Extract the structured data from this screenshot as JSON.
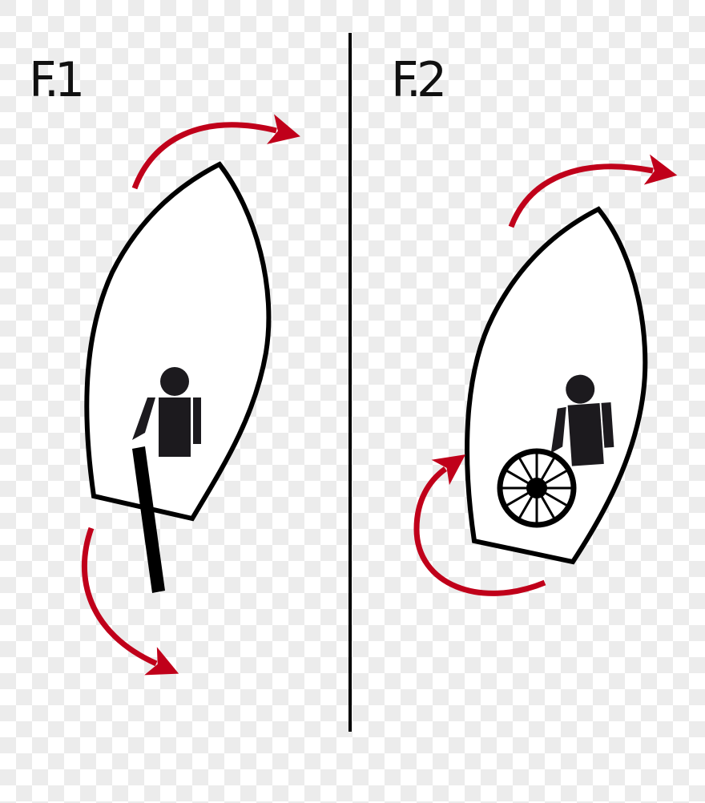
{
  "panels": [
    {
      "label": "F.1",
      "steering": "tiller",
      "description": "Boat with tiller; red arrows show bow turning right and tiller swinging"
    },
    {
      "label": "F.2",
      "steering": "wheel",
      "description": "Boat with steering wheel; red arrows show bow turning right and wheel rotating"
    }
  ],
  "colors": {
    "arrow": "#c0001a",
    "outline": "#000000",
    "figure": "#1c1a1e",
    "hull_fill": "#ffffff",
    "checker_light": "#ffffff",
    "checker_dark": "#ececec"
  },
  "icons": {
    "person": "person-icon",
    "tiller": "tiller-icon",
    "wheel": "steering-wheel-icon",
    "arrow": "curved-arrow-icon"
  }
}
